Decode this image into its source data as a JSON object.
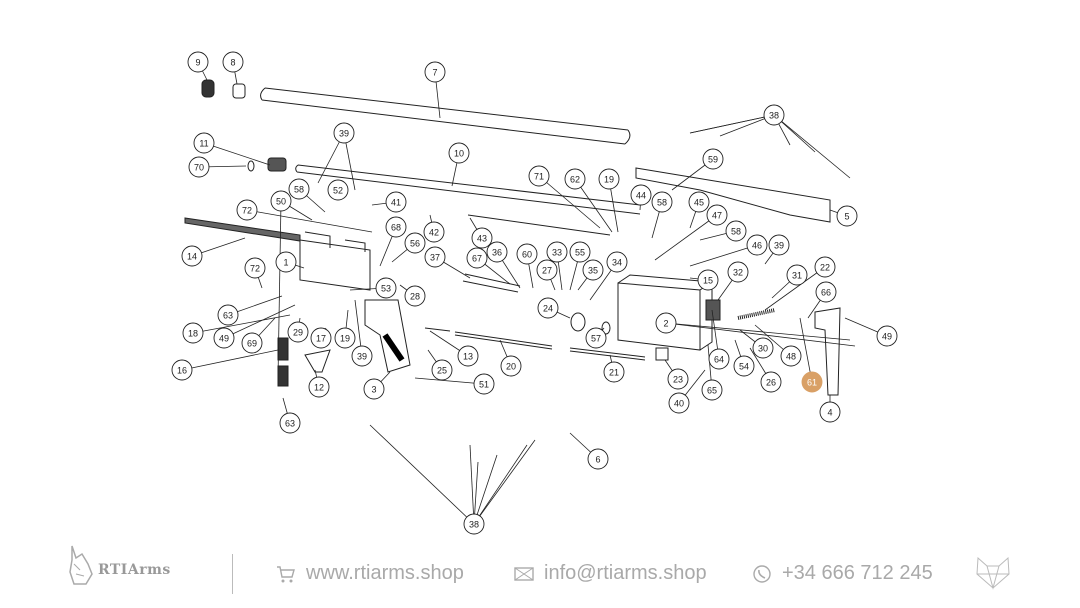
{
  "diagram": {
    "callouts": [
      "9",
      "8",
      "7",
      "38",
      "39",
      "10",
      "11",
      "70",
      "59",
      "71",
      "62",
      "19",
      "44",
      "58",
      "52",
      "41",
      "50",
      "58",
      "45",
      "47",
      "72",
      "5",
      "68",
      "42",
      "56",
      "58",
      "43",
      "14",
      "36",
      "67",
      "60",
      "33",
      "55",
      "37",
      "46",
      "39",
      "1",
      "72",
      "27",
      "35",
      "34",
      "22",
      "31",
      "15",
      "32",
      "53",
      "28",
      "66",
      "63",
      "24",
      "2",
      "49",
      "18",
      "49",
      "29",
      "17",
      "19",
      "57",
      "69",
      "39",
      "13",
      "20",
      "30",
      "48",
      "64",
      "16",
      "54",
      "23",
      "21",
      "25",
      "12",
      "3",
      "51",
      "26",
      "61",
      "65",
      "40",
      "4",
      "63",
      "6",
      "38"
    ],
    "highlight_color": "#d9a066"
  },
  "footer": {
    "brand": "RTIArms",
    "website": "www.rtiarms.shop",
    "email": "info@rtiarms.shop",
    "phone": "+34 666 712 245",
    "icons": [
      "lynx-logo-icon",
      "cart-icon",
      "mail-icon",
      "whatsapp-icon",
      "wolf-logo-icon"
    ]
  }
}
